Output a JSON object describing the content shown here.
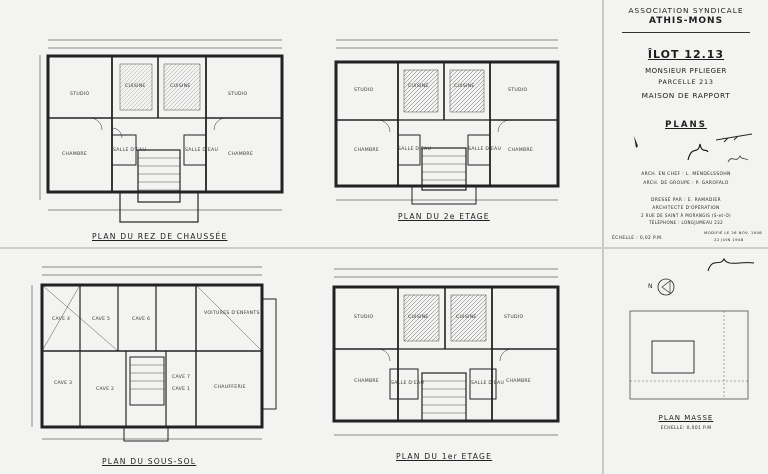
{
  "title_block": {
    "association_line1": "ASSOCIATION SYNDICALE",
    "association_line2": "ATHIS-MONS",
    "ilot": "ÎLOT 12.13",
    "owner": "MONSIEUR PFLIEGER",
    "parcel": "PARCELLE 213",
    "building_type": "MAISON DE RAPPORT",
    "section": "PLANS",
    "chief_architect": "ARCH. EN CHEF : L. MENDELSSOHN",
    "group_architect": "ARCH. DE GROUPE : P. GAROFALO",
    "drawn_by": "DRESSÉ PAR : E. RAMADIER",
    "role": "ARCHITECTE D'OPÉRATION",
    "address": "2 RUE DE SAINT À MORANGIS (S-et-O)",
    "phone": "TÉLÉPHONE : LONGJUMEAU 232",
    "scale": "ÉCHELLE : 0,02 P.M.",
    "date": "22 JUIN 1948",
    "modification": "MODIFIÉ LE 26 NOV. 1948"
  },
  "plans": {
    "ground_floor": {
      "title": "PLAN DU REZ DE CHAUSSÉE",
      "rooms": [
        "STUDIO",
        "CUISINE",
        "CUISINE",
        "STUDIO",
        "CHAMBRE",
        "CHAMBRE",
        "SALLE D'EAU",
        "SALLE D'EAU"
      ]
    },
    "second_floor": {
      "title": "PLAN DU 2e ETAGE",
      "rooms": [
        "STUDIO",
        "CUISINE",
        "CUISINE",
        "STUDIO",
        "CHAMBRE",
        "CHAMBRE",
        "SALLE D'EAU",
        "SALLE D'EAU"
      ]
    },
    "basement": {
      "title": "PLAN DU SOUS-SOL",
      "rooms": [
        "CAVE 4",
        "CAVE 5",
        "CAVE 6",
        "VOITURES D'ENFANTS",
        "CAVE 3",
        "CAVE 2",
        "CAVE 1",
        "CAVE 7",
        "CHAUFFERIE"
      ]
    },
    "first_floor": {
      "title": "PLAN DU 1er ETAGE",
      "rooms": [
        "STUDIO",
        "CUISINE",
        "CUISINE",
        "STUDIO",
        "CHAMBRE",
        "CHAMBRE",
        "SALLE D'EAU",
        "SALLE D'EAU"
      ]
    }
  },
  "site_plan": {
    "title": "PLAN MASSE",
    "scale": "ECHELLE: 0,001 P.M",
    "north": "N"
  },
  "icons": {
    "north_arrow": "north-arrow-icon",
    "signature": "signature-icon"
  }
}
